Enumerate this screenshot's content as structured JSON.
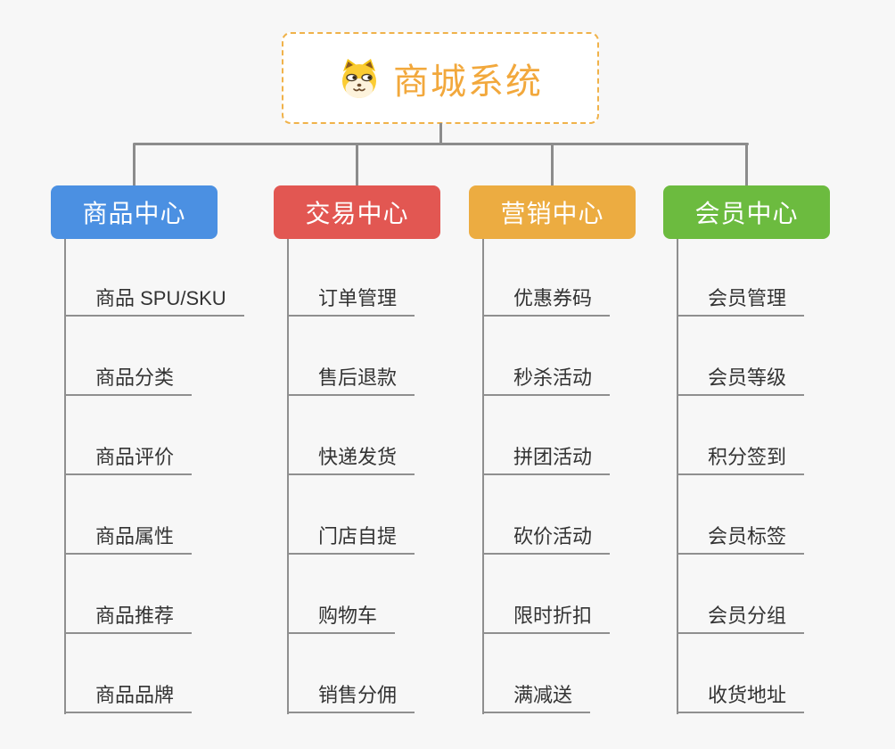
{
  "root": {
    "title": "商城系统",
    "icon": "dog-face-icon",
    "accent_color": "#f2a83c",
    "border_color": "#f0b24a"
  },
  "style": {
    "background": "#f7f7f7",
    "connector_color": "#8c8c8c",
    "leaf_text_color": "#333333"
  },
  "categories": [
    {
      "label": "商品中心",
      "color": "#4b90e2",
      "children": [
        "商品 SPU/SKU",
        "商品分类",
        "商品评价",
        "商品属性",
        "商品推荐",
        "商品品牌"
      ]
    },
    {
      "label": "交易中心",
      "color": "#e25752",
      "children": [
        "订单管理",
        "售后退款",
        "快递发货",
        "门店自提",
        "购物车",
        "销售分佣"
      ]
    },
    {
      "label": "营销中心",
      "color": "#ecac41",
      "children": [
        "优惠券码",
        "秒杀活动",
        "拼团活动",
        "砍价活动",
        "限时折扣",
        "满减送"
      ]
    },
    {
      "label": "会员中心",
      "color": "#6cbb3f",
      "children": [
        "会员管理",
        "会员等级",
        "积分签到",
        "会员标签",
        "会员分组",
        "收货地址"
      ]
    }
  ]
}
